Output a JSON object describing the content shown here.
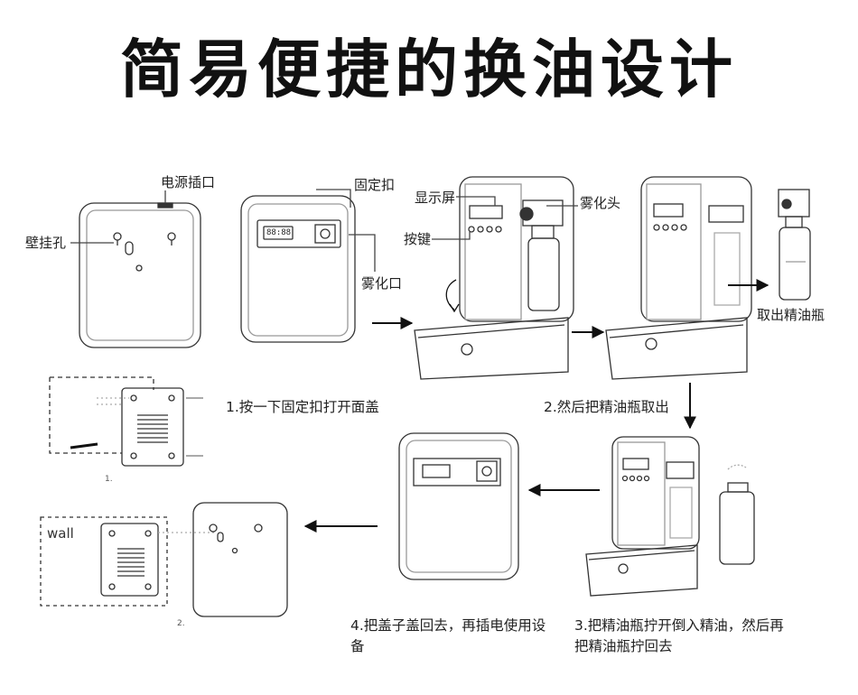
{
  "title": "简易便捷的换油设计",
  "labels": {
    "power_socket": "电源插口",
    "wall_hole": "壁挂孔",
    "lock_clip": "固定扣",
    "mist_outlet": "雾化口",
    "display": "显示屏",
    "buttons": "按键",
    "atomizer_head": "雾化头",
    "remove_bottle": "取出精油瓶",
    "wall": "wall",
    "clock": "88:88",
    "fig_1": "1.",
    "fig_2": "2."
  },
  "steps": {
    "s1": "1.按一下固定扣打开面盖",
    "s2": "2.然后把精油瓶取出",
    "s3": "3.把精油瓶拧开倒入精油，然后再把精油瓶拧回去",
    "s4": "4.把盖子盖回去，再插电使用设备"
  }
}
